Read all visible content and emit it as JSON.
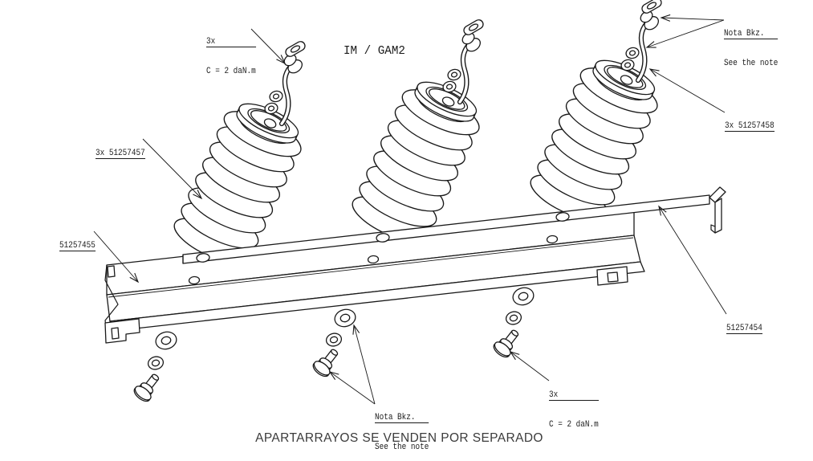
{
  "title": "IM / GAM2",
  "caption": "APARTARRAYOS SE VENDEN POR SEPARADO",
  "callouts": {
    "torque_top": {
      "qty": "3x",
      "value": "C = 2 daN.m"
    },
    "note_top": {
      "line1": "Nota Bkz.",
      "line2": "See the note"
    },
    "part_cable": "3x 51257458",
    "part_arrester": "3x 51257457",
    "part_rail": "51257455",
    "part_strip": "51257454",
    "note_bottom": {
      "line1": "Nota Bkz.",
      "line2": "See the note"
    },
    "torque_bottom": {
      "qty": "3x",
      "value": "C = 2 daN.m"
    }
  },
  "colors": {
    "ink": "#1a1a1a",
    "caption_text": "#3b3b3b",
    "background": "#ffffff"
  }
}
